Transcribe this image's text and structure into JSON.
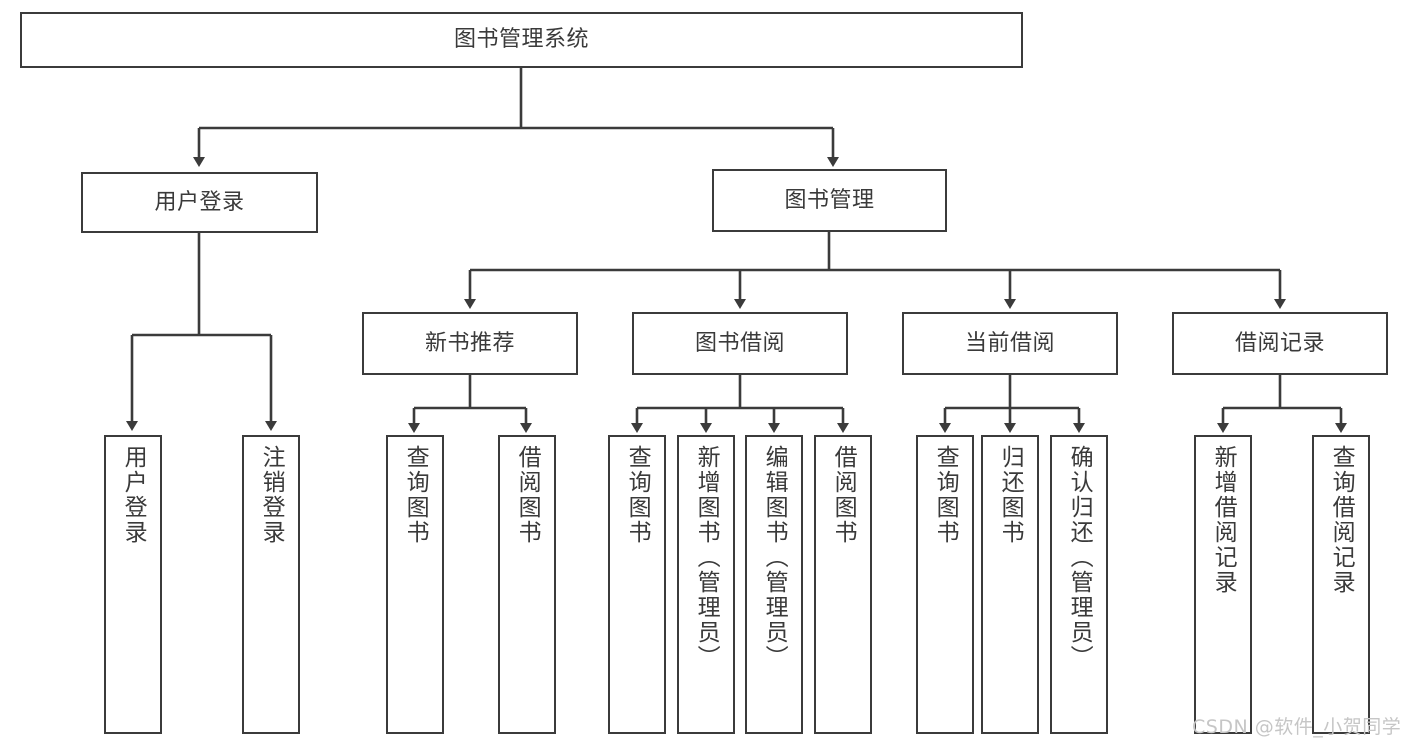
{
  "diagram": {
    "title": "图书管理系统",
    "root": {
      "label": "图书管理系统"
    },
    "level2": [
      {
        "label": "用户登录"
      },
      {
        "label": "图书管理"
      }
    ],
    "level3": [
      {
        "label": "新书推荐"
      },
      {
        "label": "图书借阅"
      },
      {
        "label": "当前借阅"
      },
      {
        "label": "借阅记录"
      }
    ],
    "leaves": {
      "user_login": [
        {
          "label": "用户登录"
        },
        {
          "label": "注销登录"
        }
      ],
      "new_book_recommend": [
        {
          "label": "查询图书"
        },
        {
          "label": "借阅图书"
        }
      ],
      "book_borrow": [
        {
          "label": "查询图书"
        },
        {
          "label": "新增图书（管理员）"
        },
        {
          "label": "编辑图书（管理员）"
        },
        {
          "label": "借阅图书"
        }
      ],
      "current_borrow": [
        {
          "label": "查询图书"
        },
        {
          "label": "归还图书"
        },
        {
          "label": "确认归还（管理员）"
        }
      ],
      "borrow_record": [
        {
          "label": "新增借阅记录"
        },
        {
          "label": "查询借阅记录"
        }
      ]
    },
    "watermark": "CSDN @软件_小贺同学",
    "colors": {
      "border": "#3b3b3b",
      "text": "#3a3a3a",
      "background": "#ffffff",
      "watermark": "#c6c6c6"
    }
  }
}
